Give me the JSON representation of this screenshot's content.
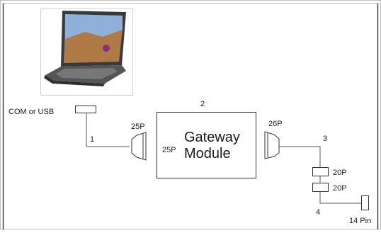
{
  "diagram": {
    "com_usb_label": "COM or USB",
    "cable1_number": "1",
    "left_connector_label": "25P",
    "module": {
      "number": "2",
      "line1": "Gateway",
      "line2": "Module",
      "inner_port_label": "25P"
    },
    "right_connector_label": "26P",
    "cable3_number": "3",
    "upper_20p_label": "20P",
    "lower_20p_label": "20P",
    "cable4_number": "4",
    "end_connector_label": "14 Pin"
  }
}
